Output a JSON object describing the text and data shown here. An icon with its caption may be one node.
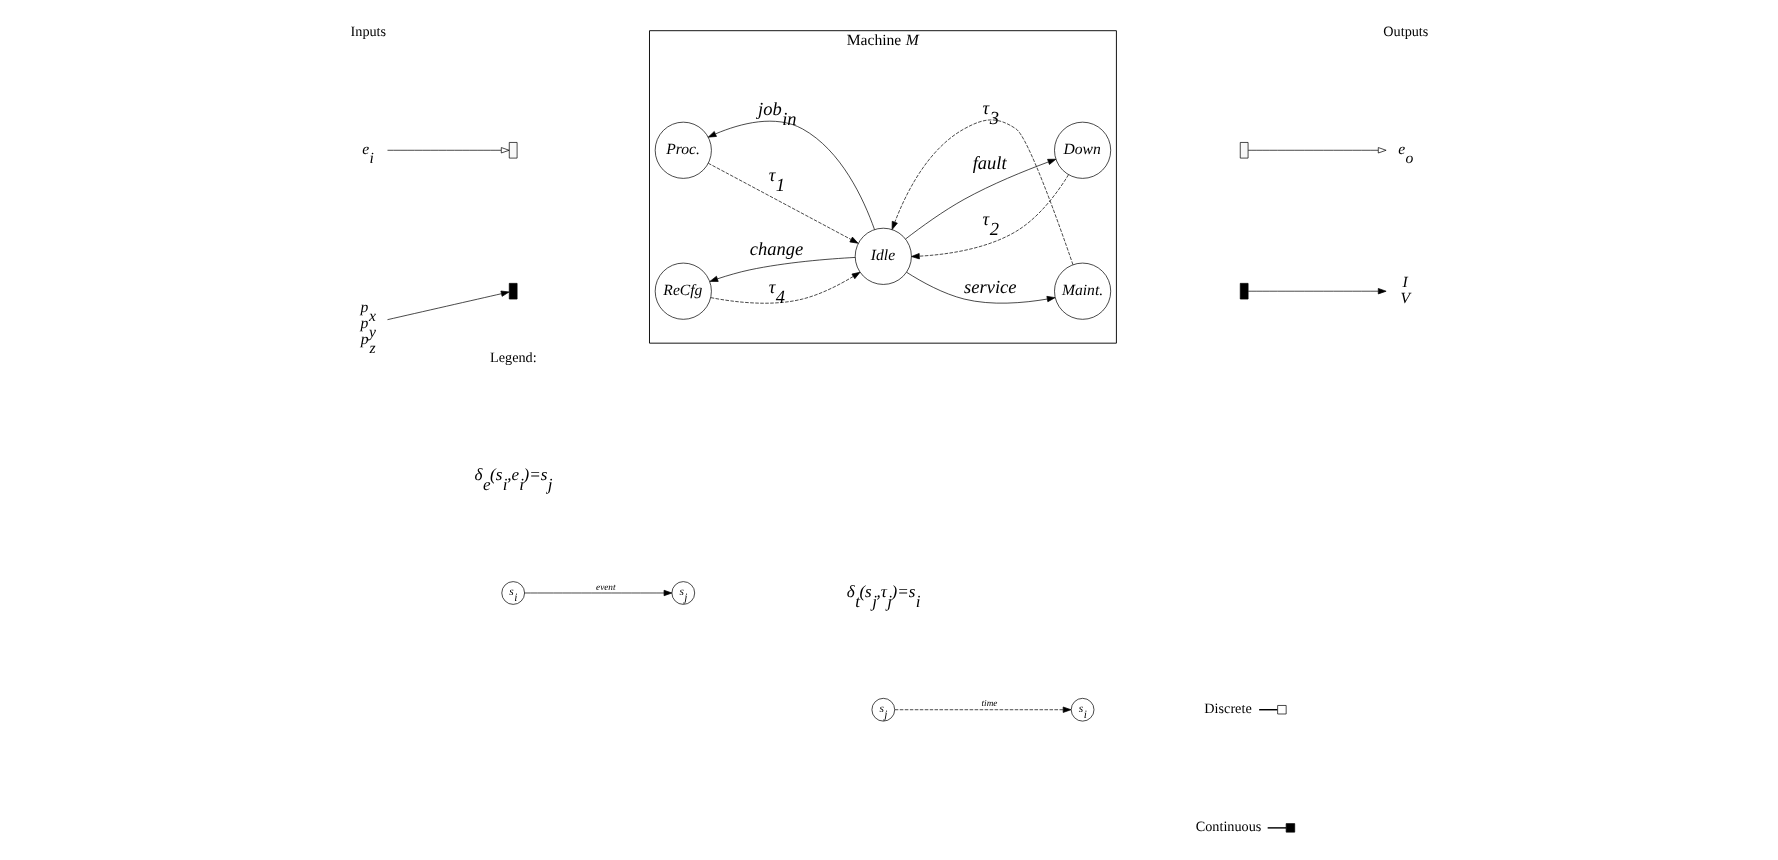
{
  "diagram": {
    "nodes": [
      {
        "text": [
          "Machine *M*"
        ]
      },
      {
        "text": [
          "Proc."
        ],
        "in": 0
      },
      {
        "text": [
          "Down"
        ],
        "in": 0
      },
      {
        "text": [
          "Idle"
        ],
        "in": 0
      },
      {
        "text": [
          "ReCfg"
        ],
        "in": 0
      },
      {
        "text": [
          "Maint."
        ],
        "in": 0
      },
      {
        "text": [],
        "shape": "box"
      },
      {
        "text": [],
        "shape": "box"
      },
      {
        "text": [],
        "shape": "box"
      },
      {
        "text": [],
        "shape": "box"
      },
      {
        "text": [
          "e$_{i}$"
        ]
      },
      {
        "text": [
          "p$_{x}$ p$_{y}$ p$_{z}$"
        ]
      },
      {
        "text": [
          "e$_{o}$"
        ]
      },
      {
        "text": [
          "I V"
        ]
      },
      {
        "text": [
          "s$_{i}$"
        ]
      },
      {
        "text": [
          "s$_{j}$"
        ]
      },
      {
        "text": [
          "s$_{j}$"
        ]
      },
      {
        "text": [
          "s$_{i}$"
        ]
      }
    ],
    "edges": [
      {
        "from": 3,
        "to": 1,
        "arrow": "to",
        "label": "job$_{in}$"
      },
      {
        "from": 1,
        "to": 3,
        "arrow": "to",
        "label": "τ$_{1}$",
        "style": "dashed"
      },
      {
        "from": 3,
        "to": 2,
        "arrow": "to",
        "label": "fault"
      },
      {
        "from": 2,
        "to": 3,
        "arrow": "to",
        "label": "τ$_{2}$",
        "style": "dashed"
      },
      {
        "from": 4,
        "to": 3,
        "arrow": "to",
        "label": "τ$_{4}$",
        "style": "dashed"
      },
      {
        "from": 3,
        "to": 4,
        "arrow": "to",
        "label": "change"
      },
      {
        "from": 5,
        "to": 3,
        "arrow": "to",
        "label": "τ$_{3}$",
        "style": "dashed"
      },
      {
        "from": 3,
        "to": 5,
        "arrow": "to",
        "label": "service"
      },
      {
        "from": 10,
        "to": 6,
        "arrow": "to"
      },
      {
        "from": 11,
        "to": 7,
        "arrow": "to"
      },
      {
        "from": 8,
        "to": 12,
        "arrow": "to"
      },
      {
        "from": 9,
        "to": 13,
        "arrow": "to"
      },
      {
        "from": 14,
        "to": 15,
        "arrow": "to",
        "label": "event"
      },
      {
        "from": 16,
        "to": 17,
        "arrow": "to",
        "label": "time",
        "style": "dashed"
      }
    ],
    "labels": [
      "Inputs",
      "Outputs",
      "Legend:",
      "δ$_{e}$(s$_{i}$,e$_{i}$)=s$_{j}$",
      "δ$_{t}$(s$_{j}$,τ$_{j}$)=s$_{i}$"
    ],
    "legend": [
      {
        "text": "Discrete"
      },
      {
        "text": "Continuous"
      }
    ]
  }
}
